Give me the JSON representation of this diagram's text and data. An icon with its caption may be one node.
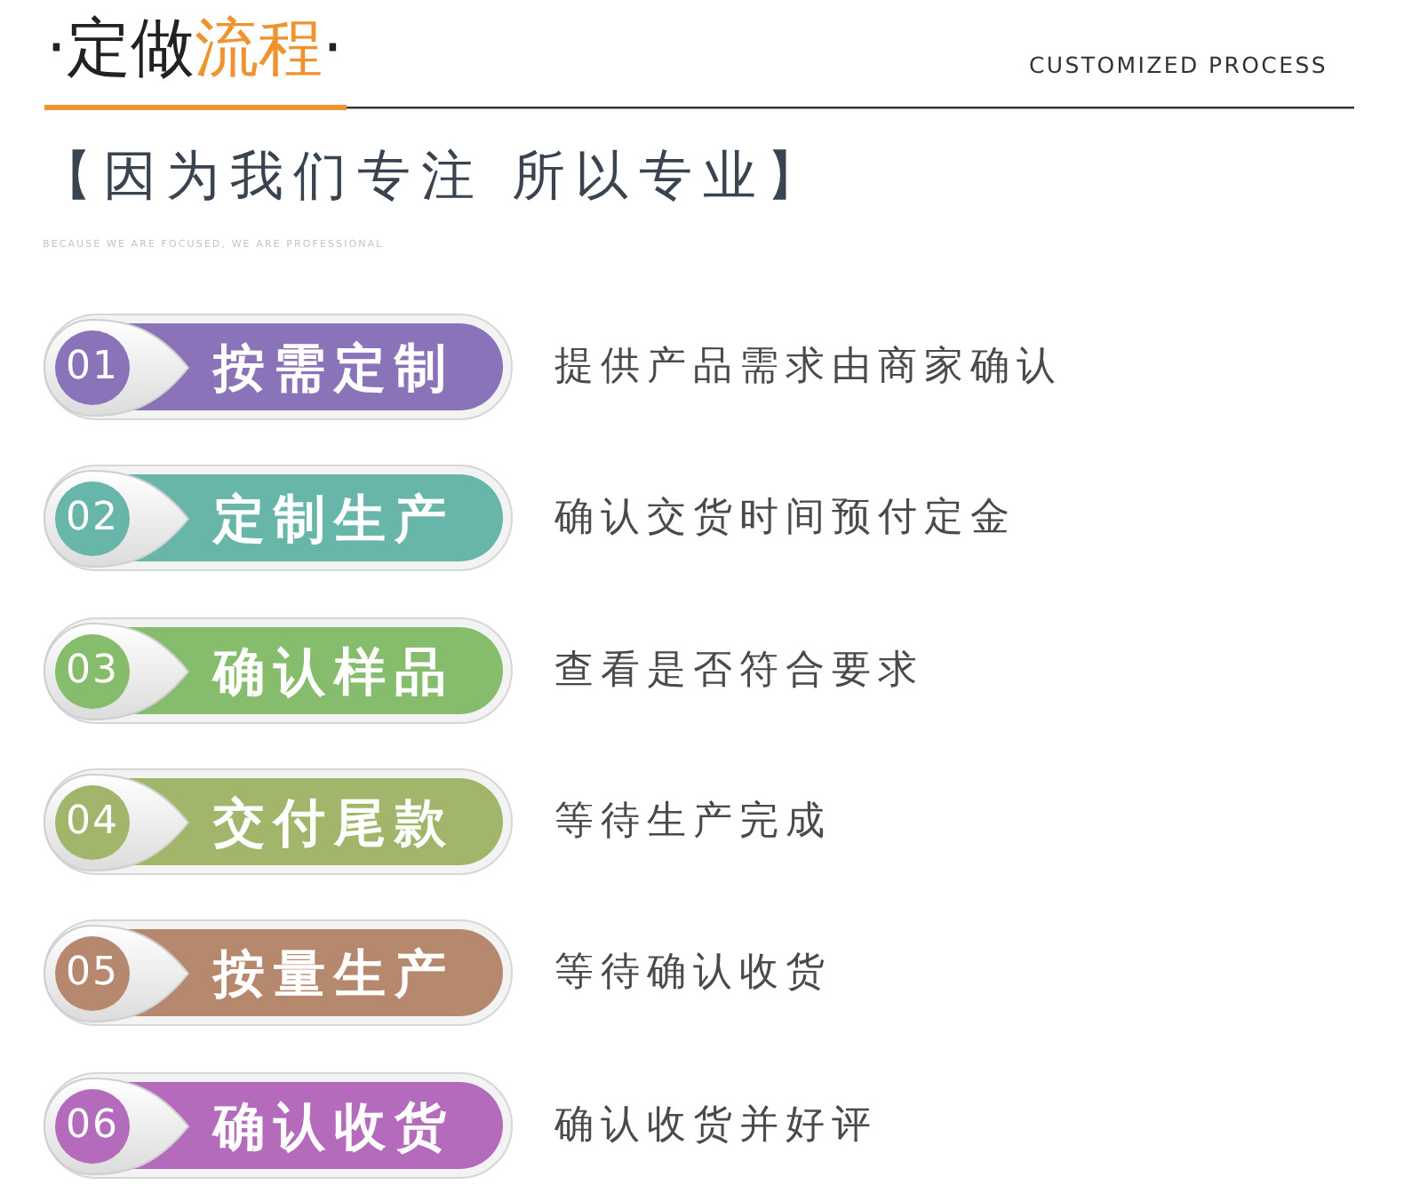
{
  "diagram": {
    "title": "·定做**流程**·",
    "nodes": [
      {
        "text": [
          "01",
          "按需定制"
        ],
        "beside": [
          "提供产品需求由商家确认"
        ]
      },
      {
        "text": [
          "02",
          "定制生产"
        ],
        "beside": [
          "确认交货时间预付定金"
        ]
      },
      {
        "text": [
          "03",
          "确认样品"
        ],
        "beside": [
          "查看是否符合要求"
        ]
      },
      {
        "text": [
          "04",
          "交付尾款"
        ],
        "beside": [
          "等待生产完成"
        ]
      },
      {
        "text": [
          "05",
          "按量生产"
        ],
        "beside": [
          "等待确认收货"
        ]
      },
      {
        "text": [
          "06",
          "确认收货"
        ],
        "beside": [
          "确认收货并好评"
        ]
      }
    ],
    "labels": [
      "CUSTOMIZED PROCESS",
      "【因为我们专注 所以专业】",
      "BECAUSE WE ARE FOCUSED, WE ARE PROFESSIONAL"
    ]
  }
}
